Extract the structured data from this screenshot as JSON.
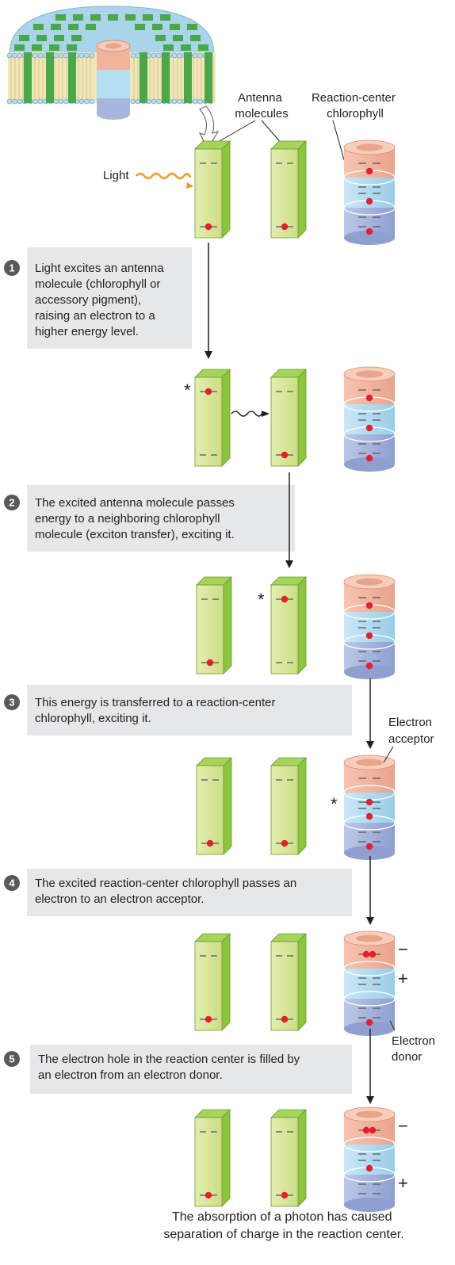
{
  "labels": {
    "antenna": [
      "Antenna",
      "molecules"
    ],
    "reaction_center": [
      "Reaction-center",
      "chlorophyll"
    ],
    "light": "Light",
    "electron_acceptor": [
      "Electron",
      "acceptor"
    ],
    "electron_donor": [
      "Electron",
      "donor"
    ],
    "excited_marker": "*",
    "minus": "−",
    "plus": "+"
  },
  "steps": [
    {
      "number": "1",
      "lines": [
        "Light excites an antenna",
        "molecule (chlorophyll or",
        "accessory pigment),",
        "raising an electron to a",
        "higher energy level."
      ]
    },
    {
      "number": "2",
      "lines": [
        "The excited antenna molecule passes",
        "energy to a neighboring chlorophyll",
        "molecule (exciton transfer), exciting it."
      ]
    },
    {
      "number": "3",
      "lines": [
        "This energy is transferred to a reaction-center",
        "chlorophyll, exciting it."
      ]
    },
    {
      "number": "4",
      "lines": [
        "The excited reaction-center chlorophyll passes an",
        "electron to an electron acceptor."
      ]
    },
    {
      "number": "5",
      "lines": [
        "The electron hole in the reaction center is filled by",
        "an electron from an electron donor."
      ]
    }
  ],
  "caption": [
    "The absorption of a photon has caused",
    "separation of charge in the reaction center."
  ],
  "colors": {
    "antenna_face": "#d7e59b",
    "antenna_side": "#8cc63f",
    "antenna_edge": "#6a9a2e",
    "rc_top": "#f4b7a0",
    "rc_mid": "#b4def2",
    "rc_bot": "#a7b6dd",
    "electron": "#e4202c",
    "step_box": "#e6e7e8",
    "step_circle": "#58595b",
    "membrane_dome": "#a9d4ea",
    "membrane_green": "#4aa84a",
    "arrow": "#231f20"
  }
}
